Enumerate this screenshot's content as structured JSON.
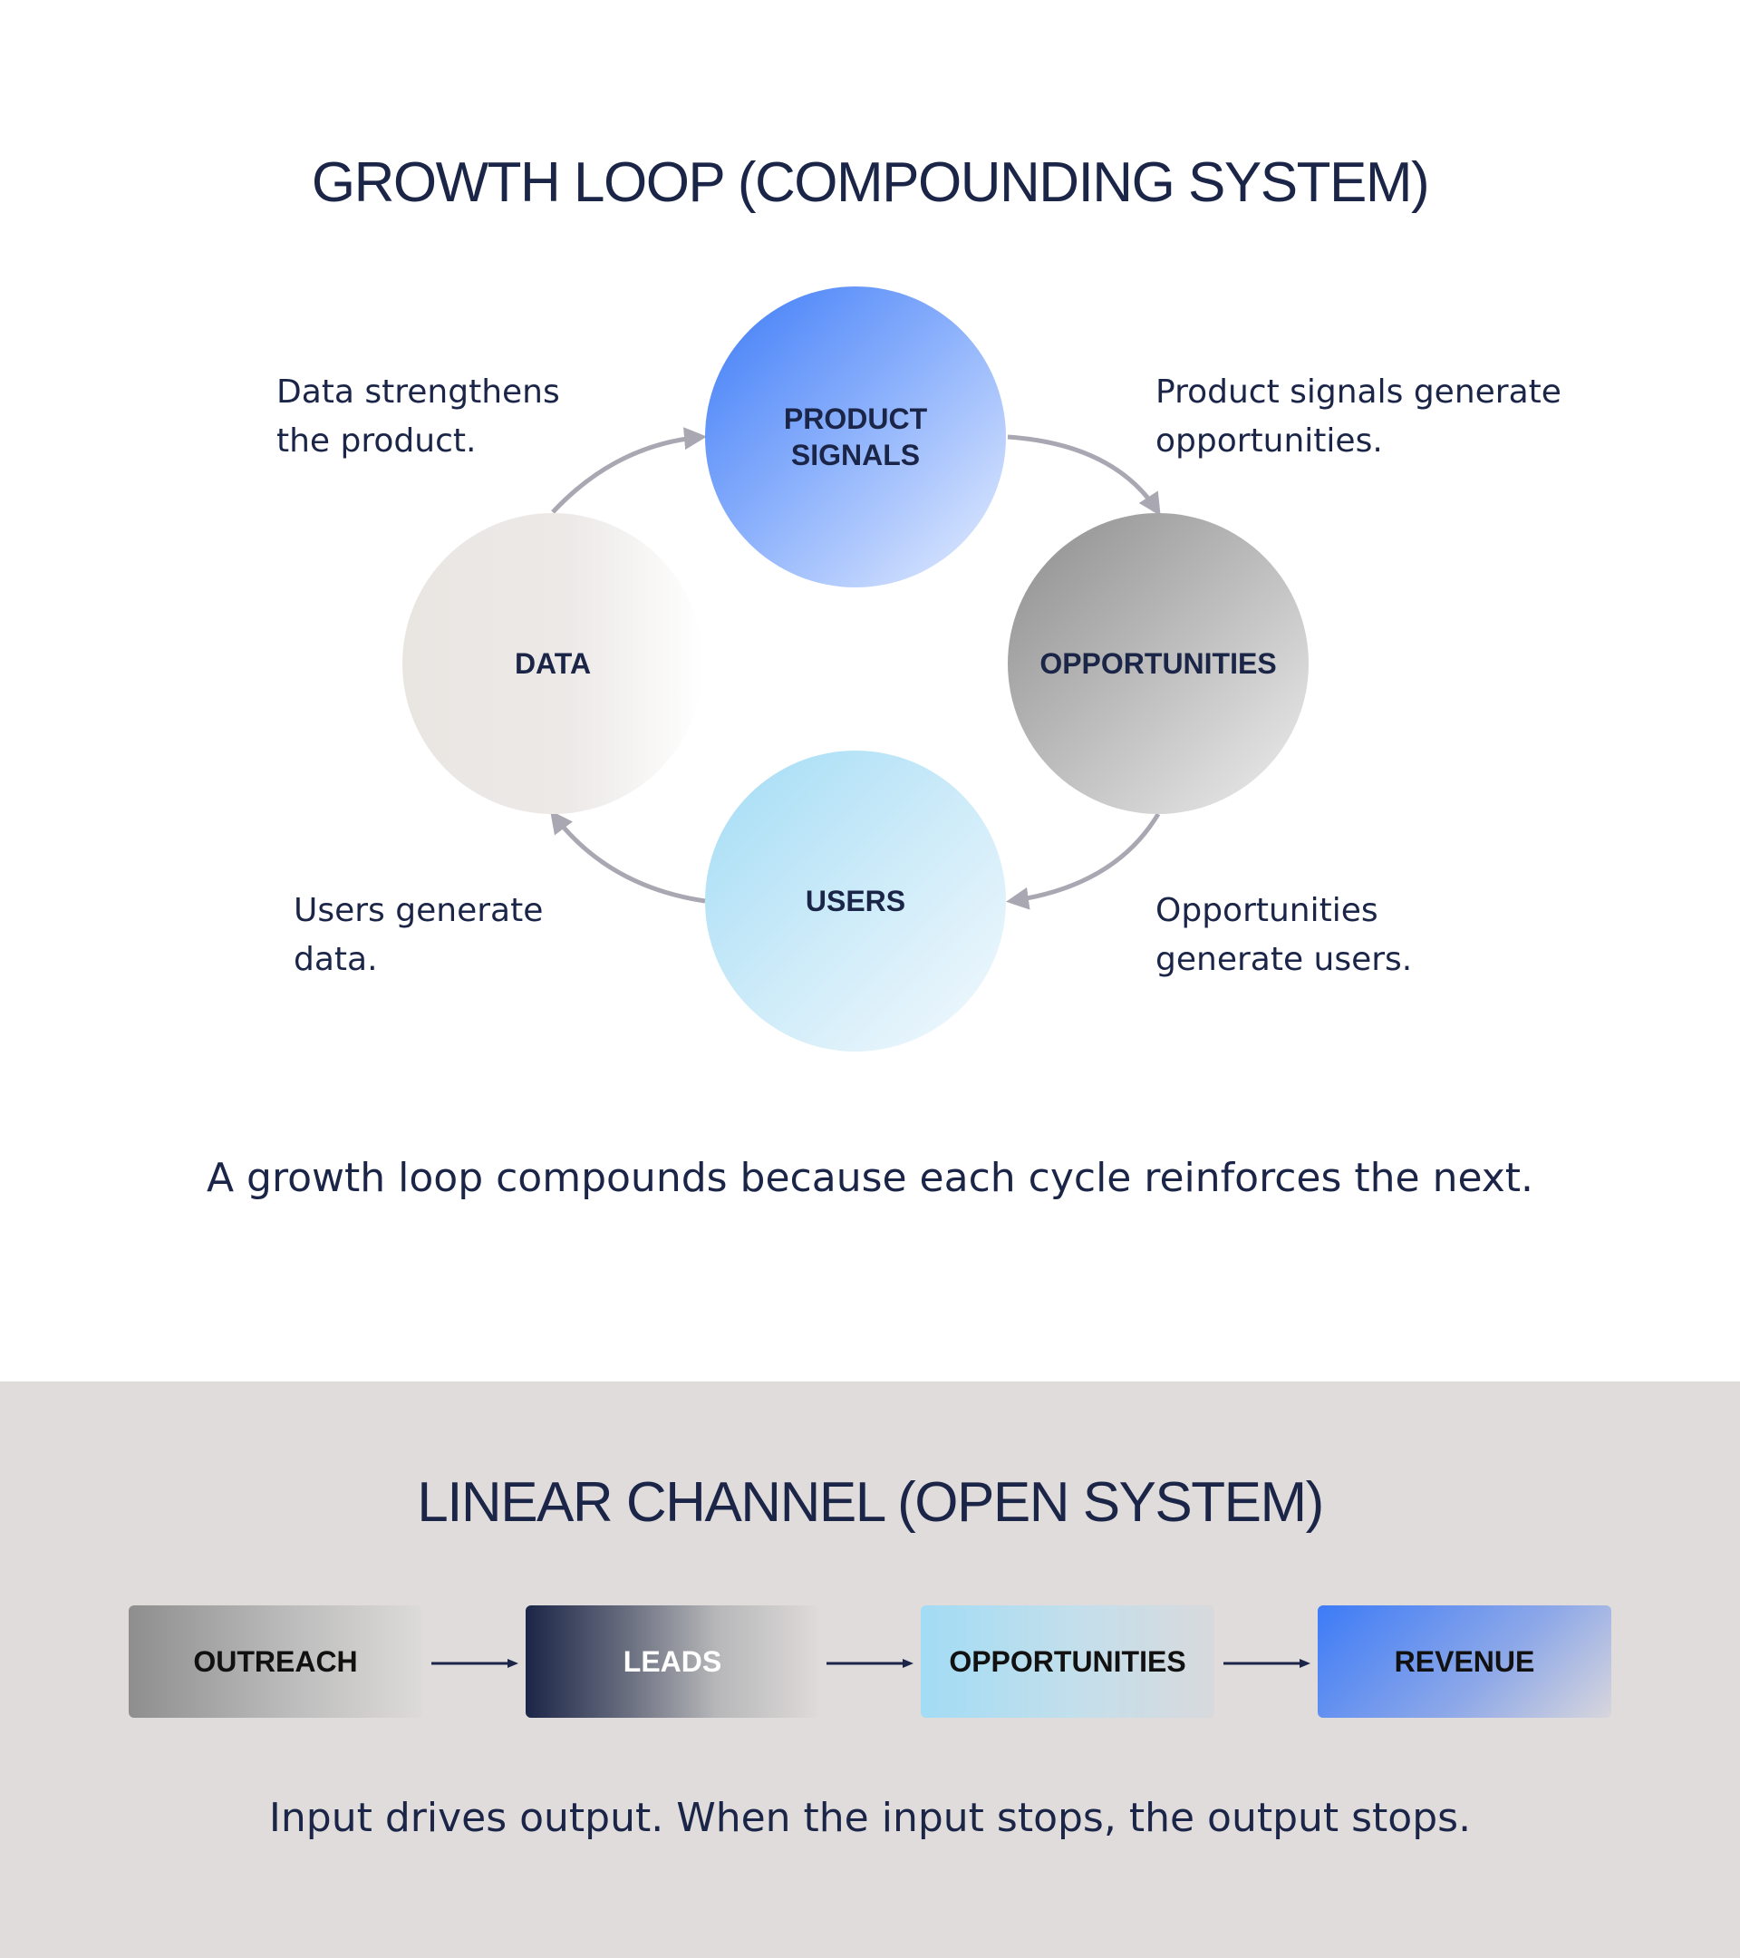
{
  "loop": {
    "title": "GROWTH LOOP (COMPOUNDING SYSTEM)",
    "nodes": {
      "product_signals": "PRODUCT\nSIGNALS",
      "opportunities": "OPPORTUNITIES",
      "users": "USERS",
      "data": "DATA"
    },
    "annotations": {
      "data_to_product": "Data strengthens\nthe product.",
      "product_to_opportunities": "Product signals generate\nopportunities.",
      "opportunities_to_users": "Opportunities\ngenerate users.",
      "users_to_data": "Users generate\ndata."
    },
    "caption": "A growth loop compounds because each cycle reinforces the next."
  },
  "linear": {
    "title": "LINEAR CHANNEL (OPEN SYSTEM)",
    "stages": [
      "OUTREACH",
      "LEADS",
      "OPPORTUNITIES",
      "REVENUE"
    ],
    "caption": "Input drives output. When the input stops, the output stops."
  },
  "colors": {
    "text": "#1b2547",
    "top_background": "#ffffff",
    "bottom_background": "#e0dcdc",
    "loop_arrow": "#a9a8b2",
    "flow_arrow": "#1b2547",
    "accent_blue": "#3d7bf7",
    "light_blue": "#a2dcf5"
  }
}
